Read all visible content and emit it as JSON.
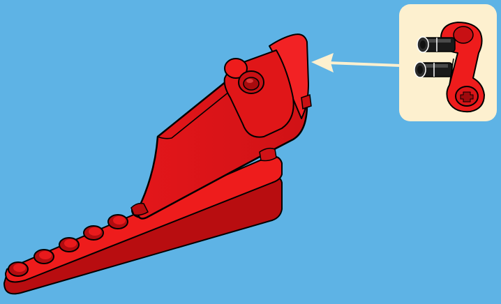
{
  "scene": {
    "background_color": "#5eb3e5",
    "main_part": {
      "name": "red-lego-technic-wing-beam",
      "color": "#ee1c1c",
      "beam_hole_count": 7
    },
    "callout": {
      "background_color": "#fdf0cf",
      "part_name": "red-lego-technic-liftarm-with-two-black-pins",
      "pin_color": "#1a1a1a",
      "part_color": "#ee1c1c"
    },
    "pointer_arrow": {
      "color": "#fdf0cf",
      "direction": "left"
    }
  }
}
